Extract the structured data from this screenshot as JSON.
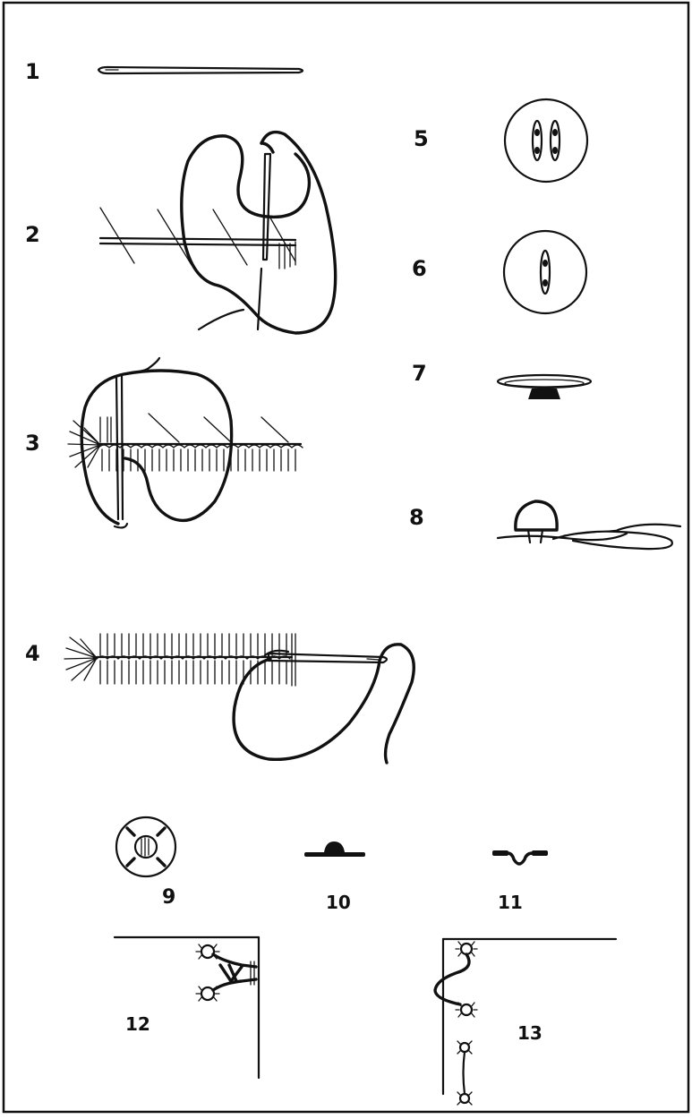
{
  "figures": [
    {
      "id": "fig-1",
      "number": "1"
    },
    {
      "id": "fig-2",
      "number": "2"
    },
    {
      "id": "fig-3",
      "number": "3"
    },
    {
      "id": "fig-4",
      "number": "4"
    },
    {
      "id": "fig-5",
      "number": "5"
    },
    {
      "id": "fig-6",
      "number": "6"
    },
    {
      "id": "fig-7",
      "number": "7"
    },
    {
      "id": "fig-8",
      "number": "8"
    },
    {
      "id": "fig-9",
      "number": "9"
    },
    {
      "id": "fig-10",
      "number": "10"
    },
    {
      "id": "fig-11",
      "number": "11"
    },
    {
      "id": "fig-12",
      "number": "12"
    },
    {
      "id": "fig-13",
      "number": "13"
    }
  ],
  "colors": {
    "ink": "#111111",
    "paper": "#ffffff"
  }
}
